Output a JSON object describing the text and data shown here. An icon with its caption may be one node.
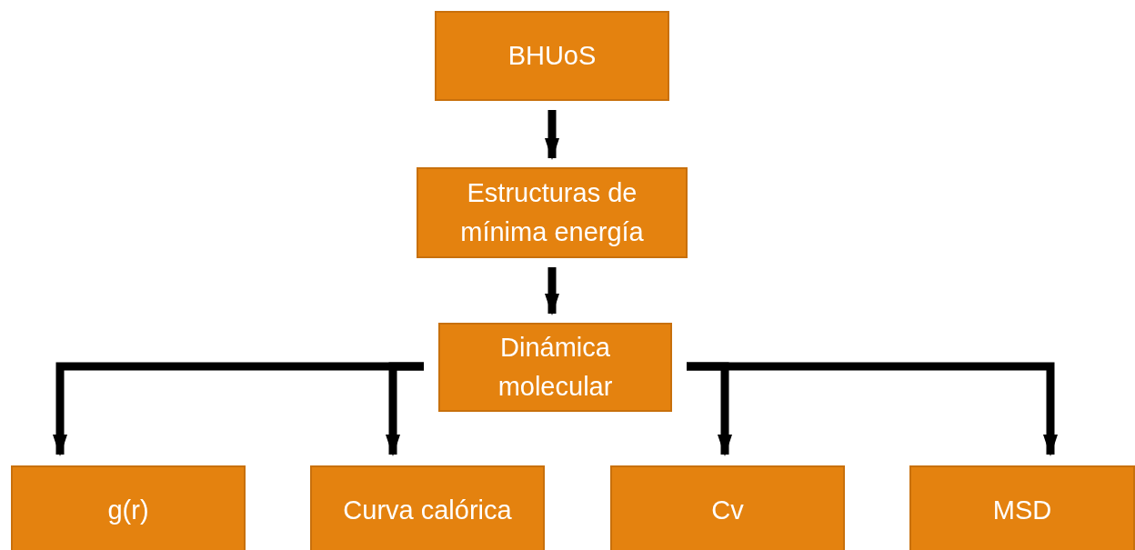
{
  "diagram": {
    "nodes": [
      {
        "text": [
          "BHUoS"
        ]
      },
      {
        "text": [
          "Estructuras de mínima energía"
        ]
      },
      {
        "text": [
          "Dinámica molecular"
        ]
      },
      {
        "text": [
          "g(r)"
        ]
      },
      {
        "text": [
          "Curva calórica"
        ]
      },
      {
        "text": [
          "Cv"
        ]
      },
      {
        "text": [
          "MSD"
        ]
      }
    ],
    "edges": [
      {
        "from": 0,
        "to": 1,
        "arrow": "to"
      },
      {
        "from": 1,
        "to": 2,
        "arrow": "to"
      },
      {
        "from": 2,
        "to": 3,
        "arrow": "to"
      },
      {
        "from": 2,
        "to": 4,
        "arrow": "to"
      },
      {
        "from": 2,
        "to": 5,
        "arrow": "to"
      },
      {
        "from": 2,
        "to": 6,
        "arrow": "to"
      }
    ]
  }
}
